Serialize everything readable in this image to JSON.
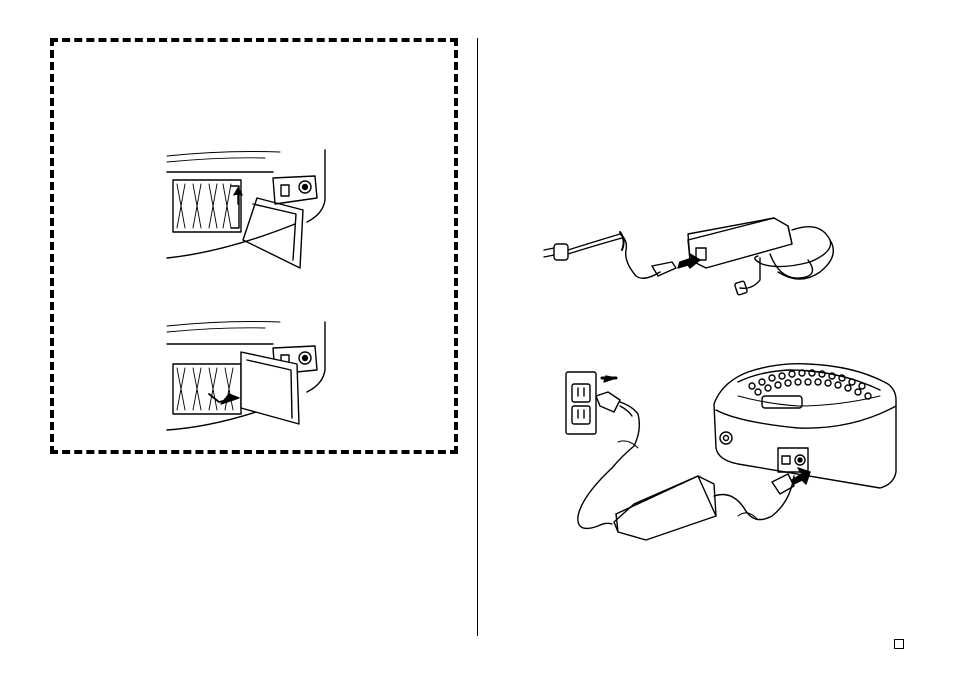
{
  "page": {
    "illustrations": [
      "battery-cover-removal",
      "battery-cover-attach",
      "ac-adaptor",
      "adaptor-connection"
    ],
    "icons": [
      "page-marker-square"
    ]
  }
}
